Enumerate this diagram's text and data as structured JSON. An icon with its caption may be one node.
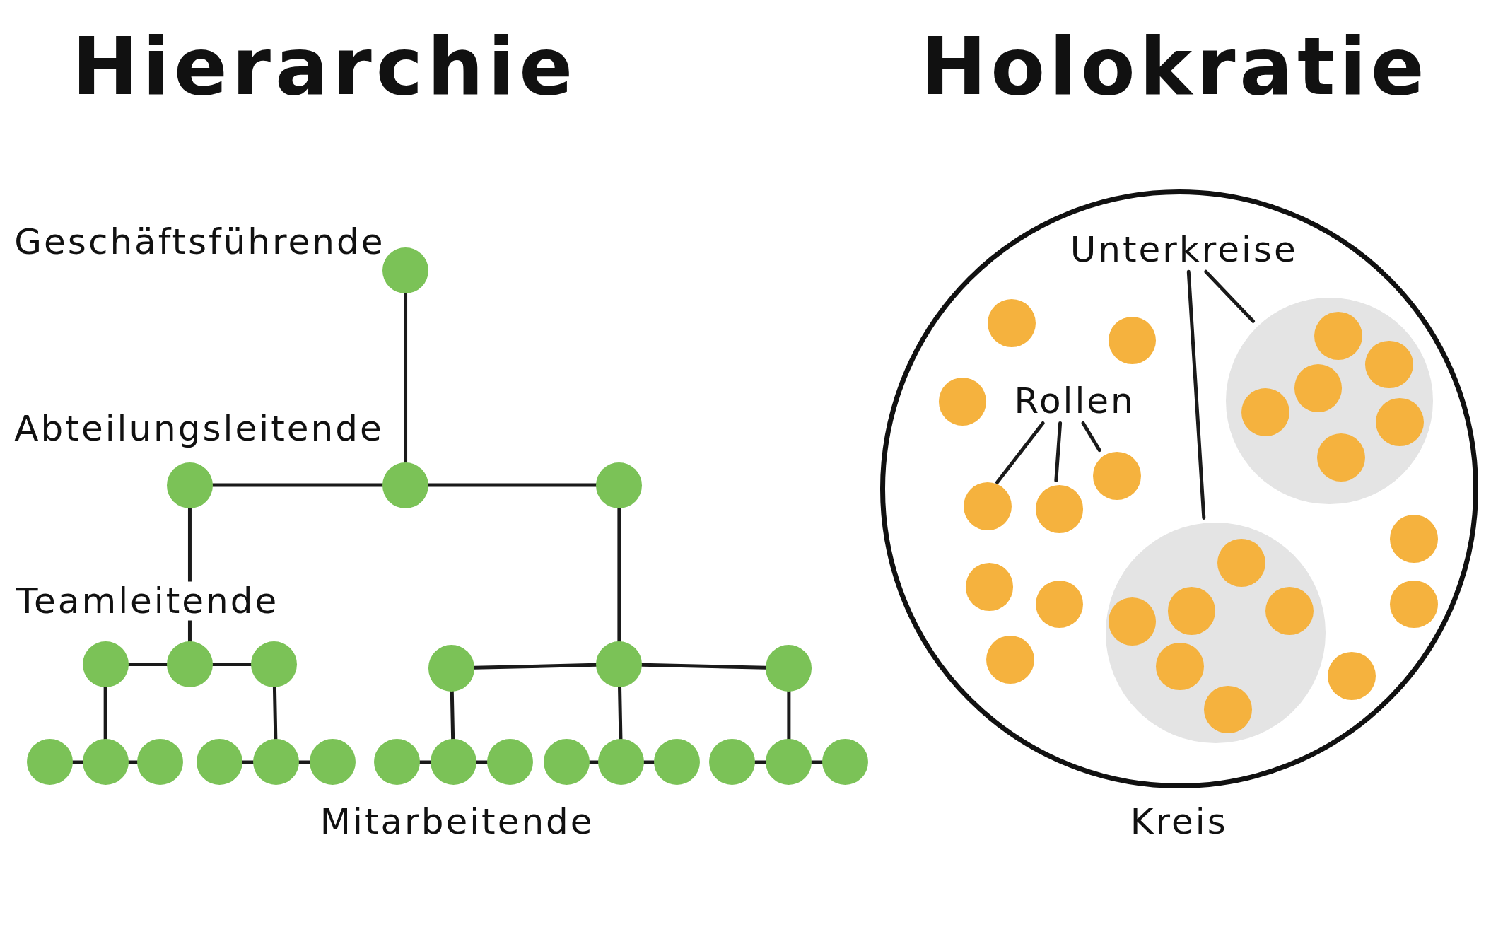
{
  "diagram": {
    "nodes": [
      {
        "text": [],
        "shape": "circle"
      },
      {
        "text": [],
        "shape": "circle"
      },
      {
        "text": [],
        "shape": "circle"
      },
      {
        "text": [],
        "shape": "circle"
      },
      {
        "text": [],
        "shape": "circle"
      },
      {
        "text": [],
        "shape": "circle"
      },
      {
        "text": [],
        "shape": "circle"
      },
      {
        "text": [],
        "shape": "circle"
      },
      {
        "text": [],
        "shape": "circle"
      },
      {
        "text": [],
        "shape": "circle"
      },
      {
        "text": [],
        "shape": "circle"
      },
      {
        "text": [],
        "shape": "circle"
      },
      {
        "text": [],
        "shape": "circle"
      },
      {
        "text": [],
        "shape": "circle"
      },
      {
        "text": [],
        "shape": "circle"
      },
      {
        "text": [],
        "shape": "circle"
      },
      {
        "text": [],
        "shape": "circle"
      },
      {
        "text": [],
        "shape": "circle"
      },
      {
        "text": [],
        "shape": "circle"
      },
      {
        "text": [],
        "shape": "circle"
      },
      {
        "text": [],
        "shape": "circle"
      },
      {
        "text": [],
        "shape": "circle"
      },
      {
        "text": [],
        "shape": "circle"
      },
      {
        "text": [],
        "shape": "circle"
      },
      {
        "text": [],
        "shape": "circle"
      },
      {
        "text": [],
        "shape": "circle",
        "beside": [
          "Kreis"
        ]
      },
      {
        "text": [
          "Unterkreise"
        ],
        "in": 25
      },
      {
        "text": [
          "Rollen"
        ],
        "in": 25
      },
      {
        "text": [],
        "shape": "circle",
        "in": 25
      },
      {
        "text": [],
        "shape": "circle",
        "in": 28
      },
      {
        "text": [],
        "shape": "circle",
        "in": 28
      },
      {
        "text": [],
        "shape": "circle",
        "in": 28
      },
      {
        "text": [],
        "shape": "circle",
        "in": 28
      },
      {
        "text": [],
        "shape": "circle",
        "in": 28
      },
      {
        "text": [],
        "shape": "circle",
        "in": 28
      },
      {
        "text": [],
        "shape": "circle",
        "in": 25
      },
      {
        "text": [],
        "shape": "circle",
        "in": 35
      },
      {
        "text": [],
        "shape": "circle",
        "in": 35
      },
      {
        "text": [],
        "shape": "circle",
        "in": 35
      },
      {
        "text": [],
        "shape": "circle",
        "in": 35
      },
      {
        "text": [],
        "shape": "circle",
        "in": 35
      },
      {
        "text": [],
        "shape": "circle",
        "in": 35
      },
      {
        "text": [],
        "shape": "circle",
        "in": 25
      },
      {
        "text": [],
        "shape": "circle",
        "in": 25
      },
      {
        "text": [],
        "shape": "circle",
        "in": 25
      },
      {
        "text": [],
        "shape": "circle",
        "in": 25
      },
      {
        "text": [],
        "shape": "circle",
        "in": 25
      },
      {
        "text": [],
        "shape": "circle",
        "in": 25
      },
      {
        "text": [],
        "shape": "circle",
        "in": 25
      },
      {
        "text": [],
        "shape": "circle",
        "in": 25
      },
      {
        "text": [],
        "shape": "circle",
        "in": 25
      },
      {
        "text": [],
        "shape": "circle",
        "in": 25
      },
      {
        "text": [],
        "shape": "circle",
        "in": 25
      },
      {
        "text": [],
        "shape": "circle",
        "in": 25
      }
    ],
    "edges": [
      {
        "from": 0,
        "to": 2,
        "arrow": "none"
      },
      {
        "from": 2,
        "to": 1,
        "arrow": "none"
      },
      {
        "from": 2,
        "to": 3,
        "arrow": "none"
      },
      {
        "from": 1,
        "to": 5,
        "arrow": "none"
      },
      {
        "from": 3,
        "to": 8,
        "arrow": "none"
      },
      {
        "from": 5,
        "to": 4,
        "arrow": "none"
      },
      {
        "from": 5,
        "to": 6,
        "arrow": "none"
      },
      {
        "from": 8,
        "to": 7,
        "arrow": "none"
      },
      {
        "from": 8,
        "to": 9,
        "arrow": "none"
      },
      {
        "from": 4,
        "to": 11,
        "arrow": "none"
      },
      {
        "from": 6,
        "to": 14,
        "arrow": "none"
      },
      {
        "from": 7,
        "to": 17,
        "arrow": "none"
      },
      {
        "from": 8,
        "to": 20,
        "arrow": "none"
      },
      {
        "from": 9,
        "to": 23,
        "arrow": "none"
      },
      {
        "from": 10,
        "to": 11,
        "arrow": "none"
      },
      {
        "from": 11,
        "to": 12,
        "arrow": "none"
      },
      {
        "from": 13,
        "to": 14,
        "arrow": "none"
      },
      {
        "from": 14,
        "to": 15,
        "arrow": "none"
      },
      {
        "from": 16,
        "to": 17,
        "arrow": "none"
      },
      {
        "from": 17,
        "to": 18,
        "arrow": "none"
      },
      {
        "from": 19,
        "to": 20,
        "arrow": "none"
      },
      {
        "from": 20,
        "to": 21,
        "arrow": "none"
      },
      {
        "from": 22,
        "to": 23,
        "arrow": "none"
      },
      {
        "from": 23,
        "to": 24,
        "arrow": "none"
      },
      {
        "from": 26,
        "to": 35,
        "arrow": "none"
      },
      {
        "from": 26,
        "to": 28,
        "arrow": "none"
      },
      {
        "from": 27,
        "to": 46,
        "arrow": "none"
      },
      {
        "from": 27,
        "to": 47,
        "arrow": "none"
      },
      {
        "from": 27,
        "to": 45,
        "arrow": "none"
      }
    ],
    "labels": [
      "Hierarchie",
      "Holokratie",
      "Geschäftsführende",
      "Abteilungsleitende",
      "Teamleitende",
      "Mitarbeitende"
    ]
  }
}
